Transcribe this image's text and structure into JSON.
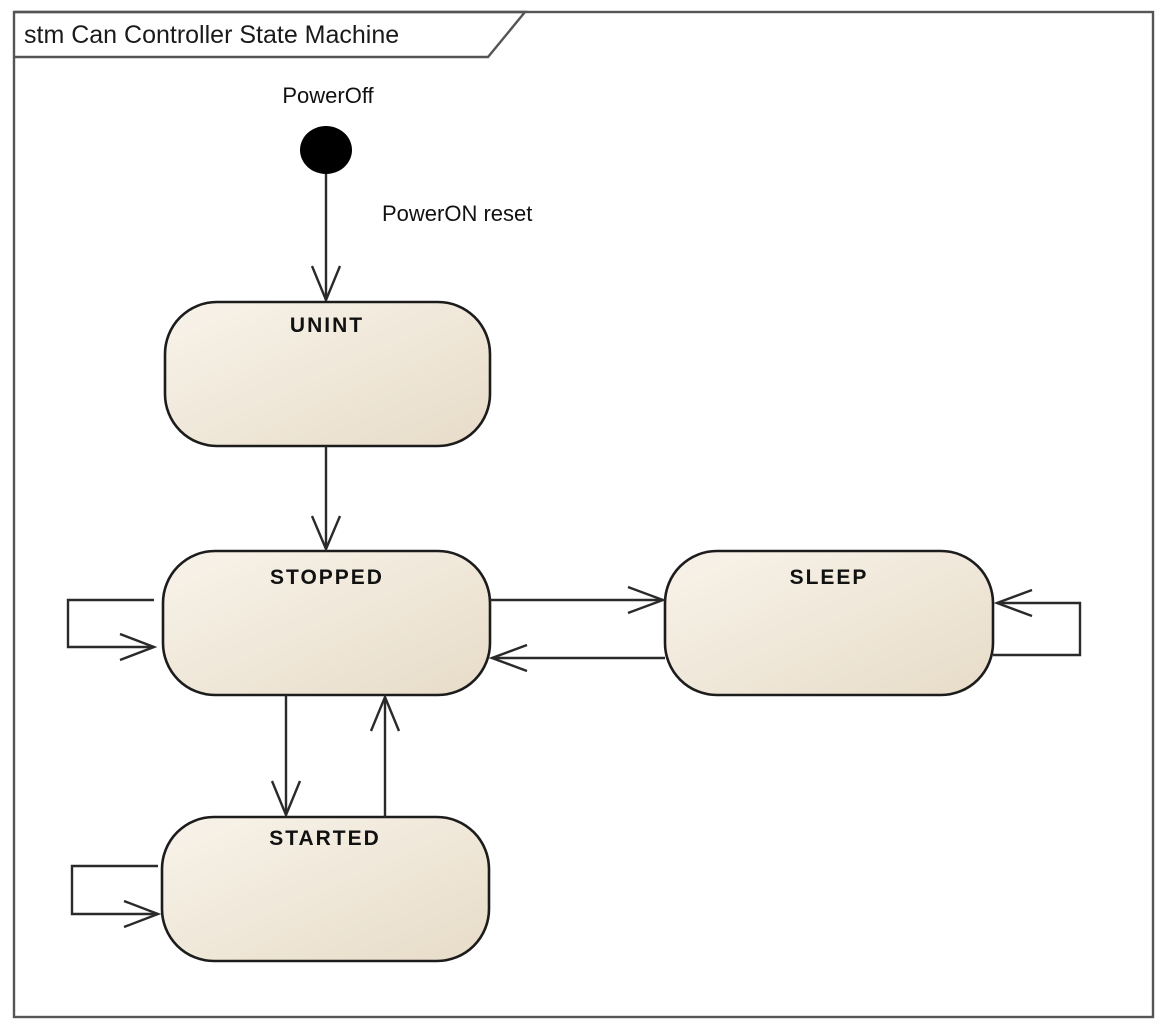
{
  "frame": {
    "label": "stm Can Controller State Machine"
  },
  "initial": {
    "label": "PowerOff"
  },
  "transitions": {
    "power_on": {
      "label": "PowerON reset"
    }
  },
  "states": {
    "unint": {
      "name": "UNINT"
    },
    "stopped": {
      "name": "STOPPED"
    },
    "sleep": {
      "name": "SLEEP"
    },
    "started": {
      "name": "STARTED"
    }
  },
  "colors": {
    "state_fill_light": "#f7f1e7",
    "state_fill_dark": "#e8ddc9",
    "outline": "#1c1c1c",
    "initial_node": "#000000"
  }
}
